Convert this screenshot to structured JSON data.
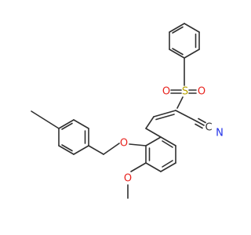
{
  "atoms": {
    "sulfur": {
      "symbol": "S",
      "color": "#b8a200"
    },
    "sulfonyl_oxygen_left": {
      "symbol": "O",
      "color": "#e8231e"
    },
    "sulfonyl_oxygen_right": {
      "symbol": "O",
      "color": "#e8231e"
    },
    "nitrile_carbon": {
      "symbol": "C",
      "color": "#303030"
    },
    "nitrile_nitrogen": {
      "symbol": "N",
      "color": "#1f2fe8"
    },
    "ether_oxygen": {
      "symbol": "O",
      "color": "#e8231e"
    },
    "methoxy_oxygen": {
      "symbol": "O",
      "color": "#e8231e"
    }
  },
  "colors": {
    "bond": "#303030",
    "background": "#ffffff"
  }
}
